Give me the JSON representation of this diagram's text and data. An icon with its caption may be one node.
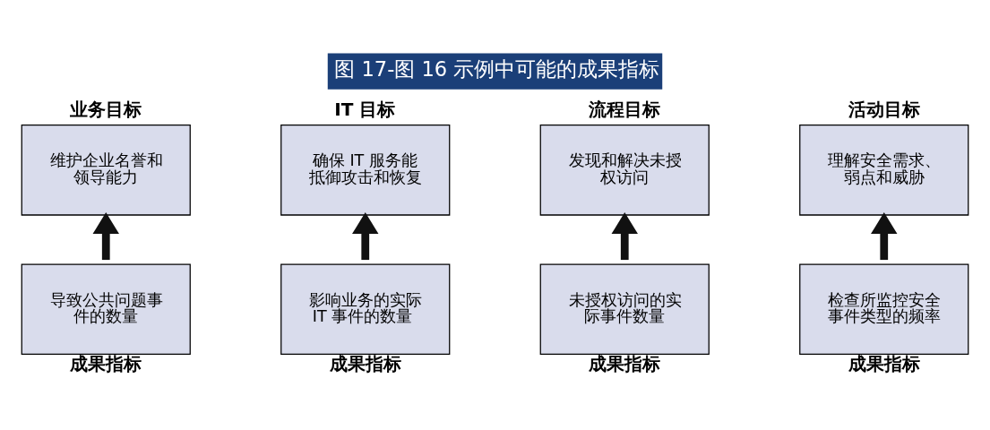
{
  "diagram": {
    "title": "图 17-图 16 示例中可能的成果指标",
    "nodes": [
      {
        "text": [
          "业务目标",
          "维护企业名誉和领导能力"
        ]
      },
      {
        "text": [
          "IT 目标",
          "确保 IT 服务能抵御攻击和恢复"
        ]
      },
      {
        "text": [
          "流程目标",
          "发现和解决未授权访问"
        ]
      },
      {
        "text": [
          "活动目标",
          "理解安全需求、弱点和威胁"
        ]
      },
      {
        "text": [
          "导致公共问题事件的数量"
        ],
        "beside": [
          "成果指标"
        ]
      },
      {
        "text": [
          "影响业务的实际 IT 事件的数量"
        ],
        "beside": [
          "成果指标"
        ]
      },
      {
        "text": [
          "未授权访问的实际事件数量"
        ],
        "beside": [
          "成果指标"
        ]
      },
      {
        "text": [
          "检查所监控安全事件类型的频率"
        ],
        "beside": [
          "成果指标"
        ]
      }
    ],
    "edges": [
      {
        "from": 4,
        "to": 0,
        "arrow": "to"
      },
      {
        "from": 5,
        "to": 1,
        "arrow": "to"
      },
      {
        "from": 6,
        "to": 2,
        "arrow": "to"
      },
      {
        "from": 7,
        "to": 3,
        "arrow": "to"
      }
    ]
  }
}
